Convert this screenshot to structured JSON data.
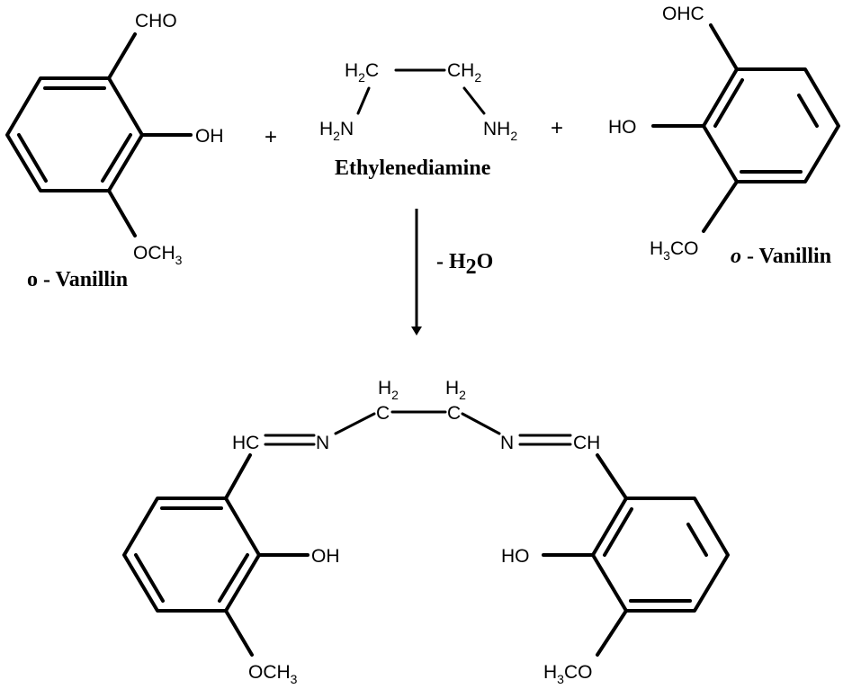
{
  "reactant_left": {
    "aldehyde": "CHO",
    "hydroxyl": "OH",
    "methoxy_main": "OCH",
    "methoxy_sub": "3",
    "name": "o - Vanillin"
  },
  "plus_symbol": "+",
  "diamine": {
    "ch2_left_main": "H",
    "ch2_left_sub": "2",
    "ch2_left_c": "C",
    "ch2_right_main": "CH",
    "ch2_right_sub": "2",
    "nh2_left_main": "H",
    "nh2_left_sub": "2",
    "nh2_left_n": "N",
    "nh2_right_main": "NH",
    "nh2_right_sub": "2",
    "name": "Ethylenediamine"
  },
  "reactant_right": {
    "aldehyde": "OHC",
    "hydroxyl": "HO",
    "methoxy_main": "H",
    "methoxy_sub": "3",
    "methoxy_tail": "CO",
    "name_italic": "o",
    "name_rest": " - Vanillin"
  },
  "condition": {
    "main": "- H",
    "sub": "2",
    "tail": "O"
  },
  "product": {
    "hc_left": "HC",
    "n_left": "N",
    "c_left": "C",
    "h2_left_main": "H",
    "h2_left_sub": "2",
    "c_right": "C",
    "h2_right_main": "H",
    "h2_right_sub": "2",
    "n_right": "N",
    "ch_right": "CH",
    "oh_left": "OH",
    "ho_right": "HO",
    "methoxy_left_main": "OCH",
    "methoxy_left_sub": "3",
    "methoxy_right_main": "H",
    "methoxy_right_sub": "3",
    "methoxy_right_tail": "CO"
  }
}
